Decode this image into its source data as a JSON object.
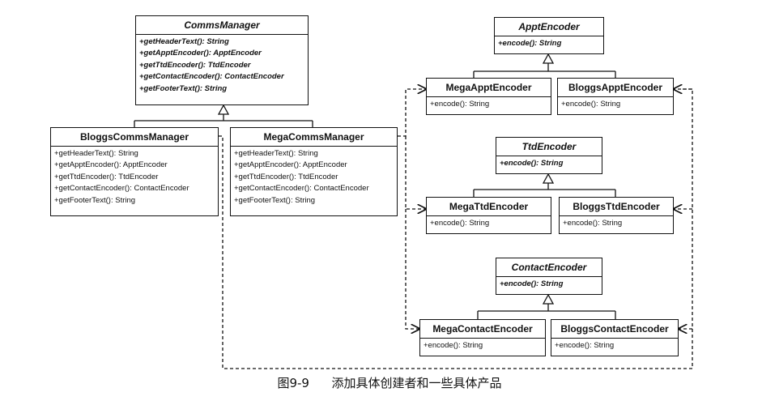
{
  "classes": {
    "comms_manager": {
      "name": "CommsManager",
      "methods": [
        "+getHeaderText(): String",
        "+getApptEncoder(): ApptEncoder",
        "+getTtdEncoder(): TtdEncoder",
        "+getContactEncoder(): ContactEncoder",
        "+getFooterText(): String"
      ]
    },
    "bloggs_comms_manager": {
      "name": "BloggsCommsManager",
      "methods": [
        "+getHeaderText(): String",
        "+getApptEncoder(): ApptEncoder",
        "+getTtdEncoder(): TtdEncoder",
        "+getContactEncoder(): ContactEncoder",
        "+getFooterText(): String"
      ]
    },
    "mega_comms_manager": {
      "name": "MegaCommsManager",
      "methods": [
        "+getHeaderText(): String",
        "+getApptEncoder(): ApptEncoder",
        "+getTtdEncoder(): TtdEncoder",
        "+getContactEncoder(): ContactEncoder",
        "+getFooterText(): String"
      ]
    },
    "appt_encoder": {
      "name": "ApptEncoder",
      "methods": [
        "+encode(): String"
      ]
    },
    "mega_appt_encoder": {
      "name": "MegaApptEncoder",
      "methods": [
        "+encode(): String"
      ]
    },
    "bloggs_appt_encoder": {
      "name": "BloggsApptEncoder",
      "methods": [
        "+encode(): String"
      ]
    },
    "ttd_encoder": {
      "name": "TtdEncoder",
      "methods": [
        "+encode(): String"
      ]
    },
    "mega_ttd_encoder": {
      "name": "MegaTtdEncoder",
      "methods": [
        "+encode(): String"
      ]
    },
    "bloggs_ttd_encoder": {
      "name": "BloggsTtdEncoder",
      "methods": [
        "+encode(): String"
      ]
    },
    "contact_encoder": {
      "name": "ContactEncoder",
      "methods": [
        "+encode(): String"
      ]
    },
    "mega_contact_encoder": {
      "name": "MegaContactEncoder",
      "methods": [
        "+encode(): String"
      ]
    },
    "bloggs_contact_encoder": {
      "name": "BloggsContactEncoder",
      "methods": [
        "+encode(): String"
      ]
    }
  },
  "caption": {
    "number": "图9-9",
    "text": "添加具体创建者和一些具体产品"
  }
}
